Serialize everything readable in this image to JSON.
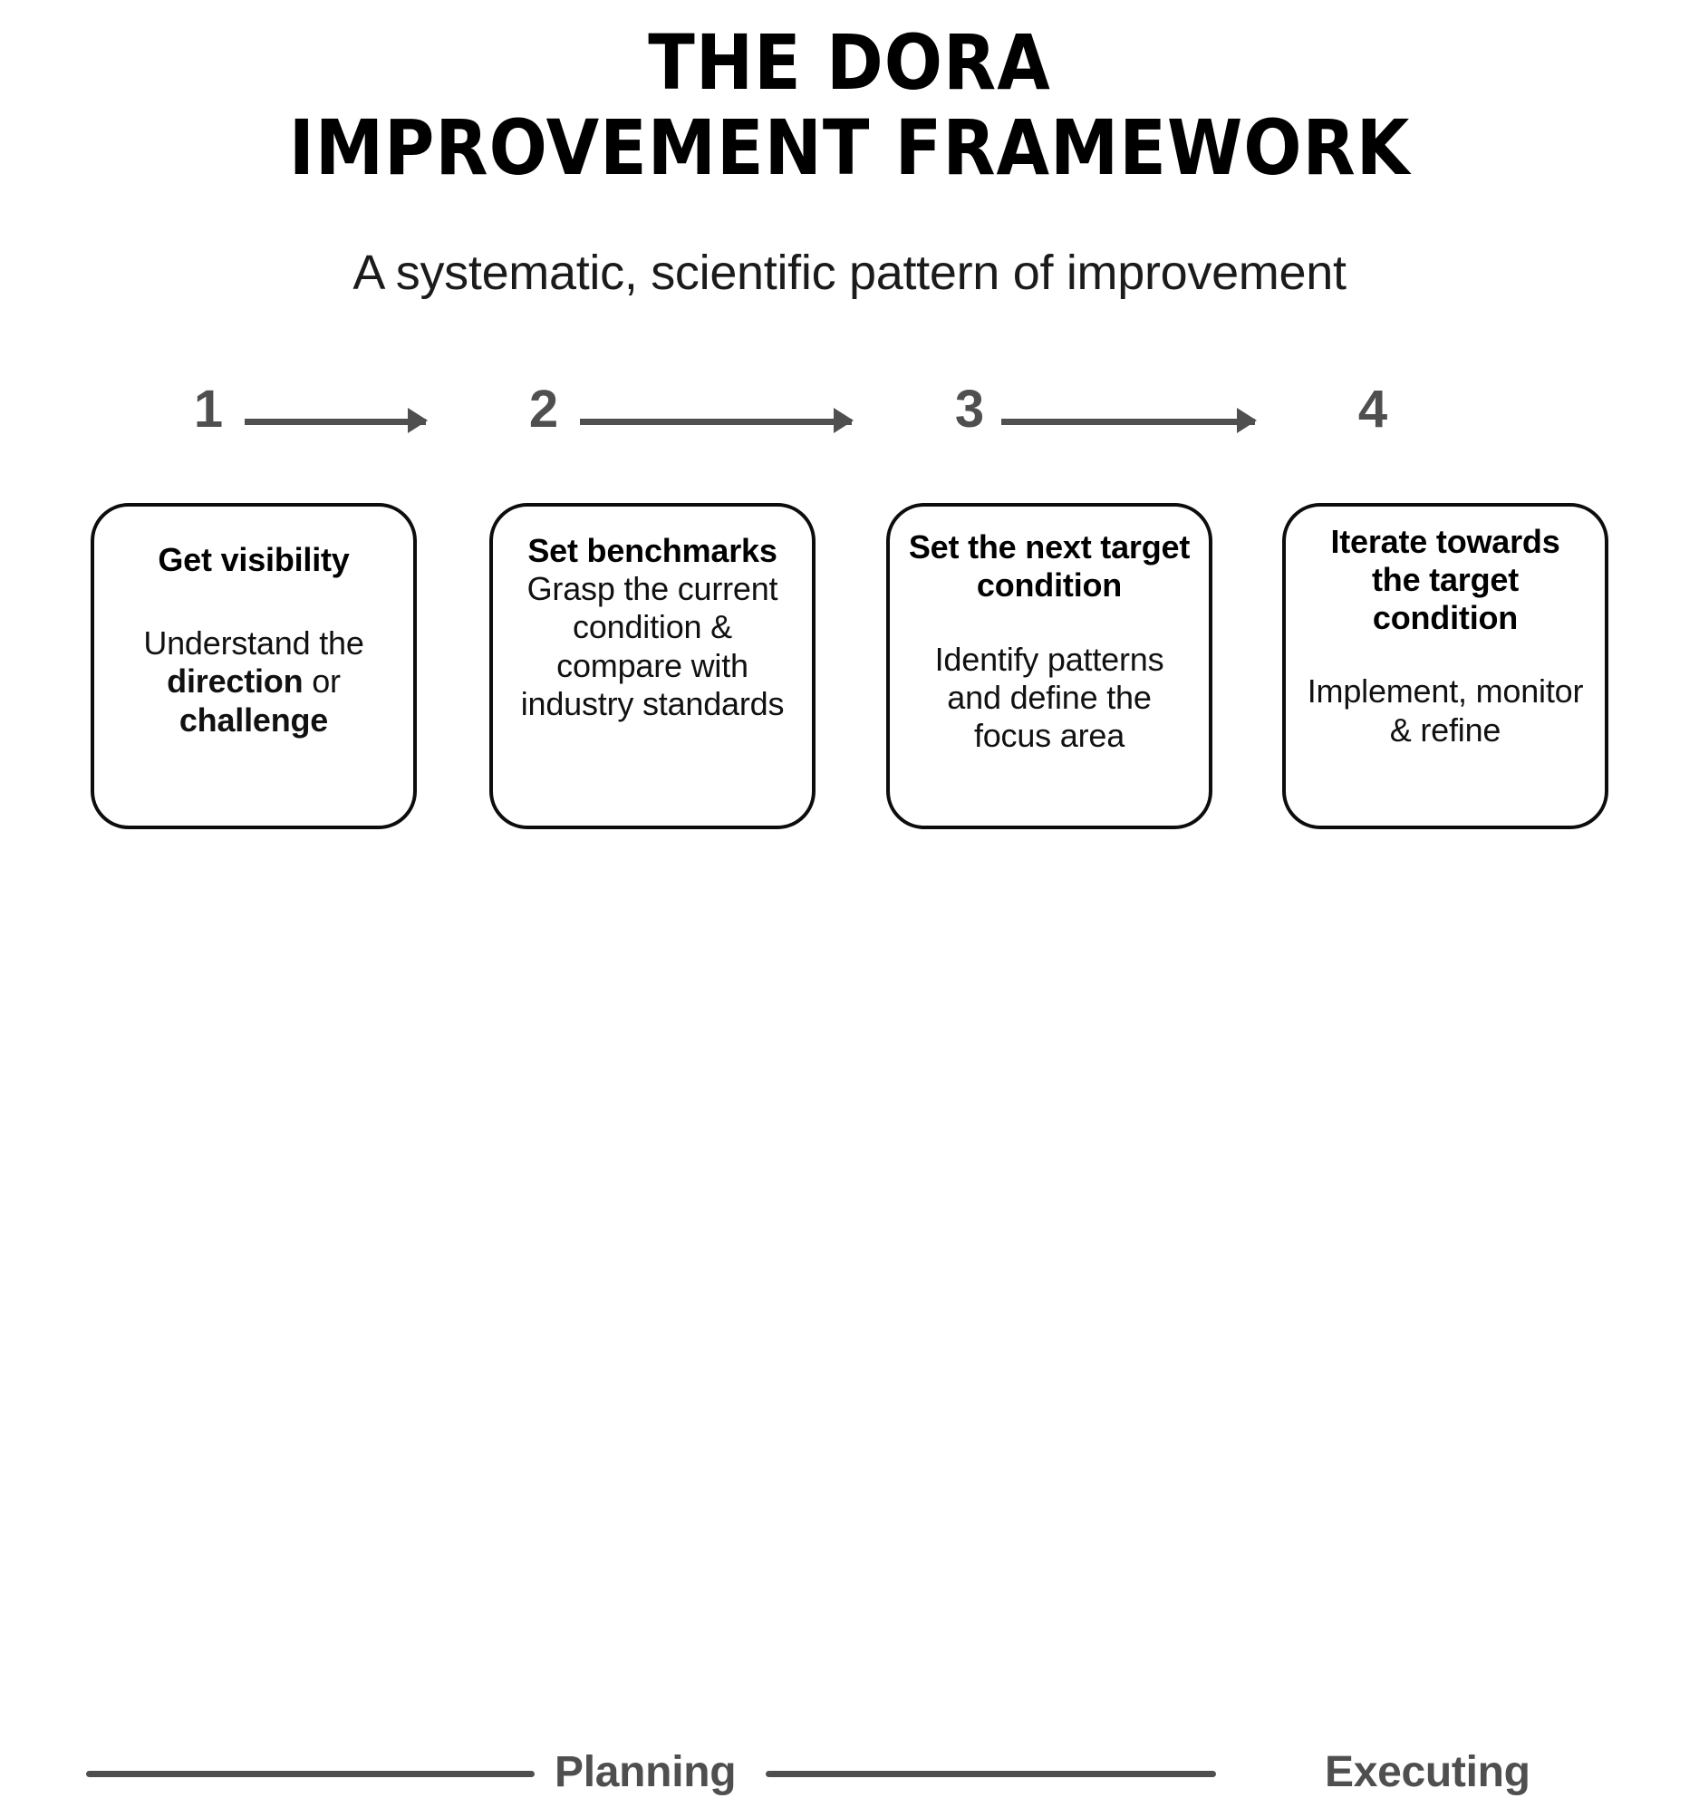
{
  "header": {
    "title_line_1": "THE DORA",
    "title_line_2": "IMPROVEMENT FRAMEWORK",
    "subtitle": "A systematic, scientific pattern of improvement"
  },
  "steps": {
    "numbers": [
      "1",
      "2",
      "3",
      "4"
    ],
    "arrow_icon_name": "arrow-right-icon"
  },
  "cards": [
    {
      "number": "1",
      "title": "Get visibility",
      "body_html": "Understand the <b>direction</b> or <b>challenge</b>",
      "body_plain": "Understand the direction or challenge"
    },
    {
      "number": "2",
      "title": "Set benchmarks",
      "body_html": "Grasp the current condition &amp; compare with industry standards",
      "body_plain": "Grasp the current condition & compare with industry standards"
    },
    {
      "number": "3",
      "title": "Set the next target condition",
      "body_html": "Identify patterns and define the focus area",
      "body_plain": "Identify patterns and define the focus area"
    },
    {
      "number": "4",
      "title": "Iterate towards the target condition",
      "body_html": "Implement, monitor &amp; refine",
      "body_plain": "Implement, monitor & refine"
    }
  ],
  "phases": {
    "planning_label": "Planning",
    "executing_label": "Executing"
  },
  "colors": {
    "background": "#ffffff",
    "text": "#111111",
    "card_border": "#0d0d0d",
    "accent_gray": "#4f4f4f"
  }
}
